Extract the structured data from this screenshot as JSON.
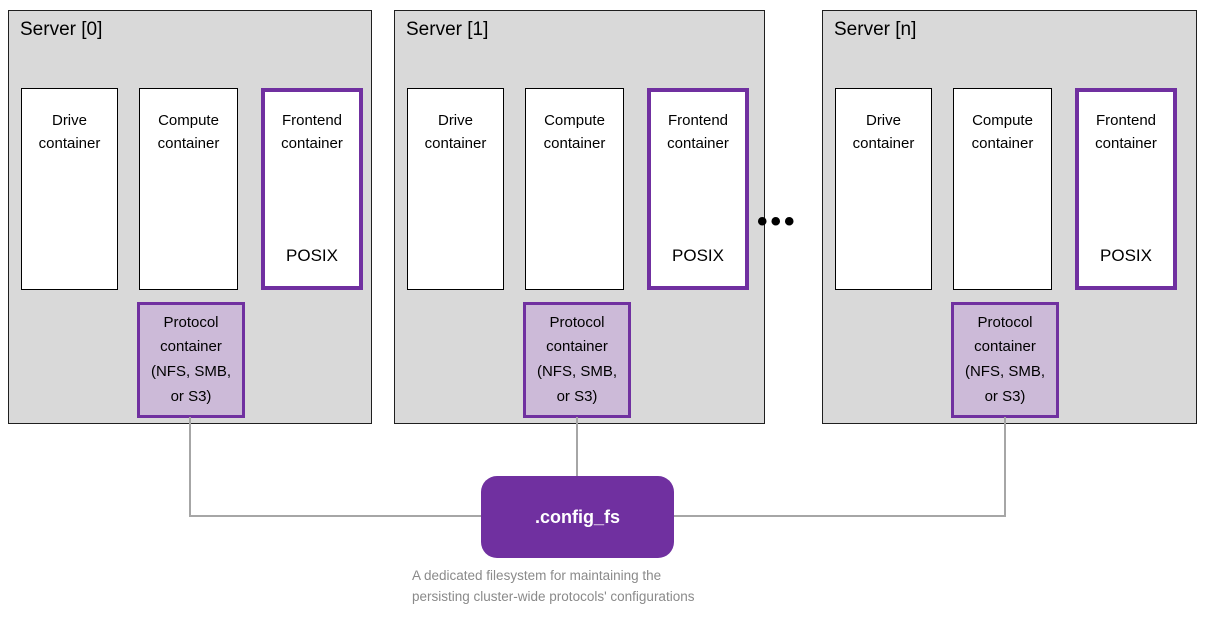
{
  "diagram": {
    "servers": [
      {
        "title": "Server [0]",
        "drive_label": "Drive container",
        "compute_label": "Compute container",
        "frontend_label": "Frontend container",
        "frontend_tag": "POSIX",
        "protocol_label": "Protocol container (NFS, SMB, or S3)"
      },
      {
        "title": "Server [1]",
        "drive_label": "Drive container",
        "compute_label": "Compute container",
        "frontend_label": "Frontend container",
        "frontend_tag": "POSIX",
        "protocol_label": "Protocol container (NFS, SMB, or S3)"
      },
      {
        "title": "Server [n]",
        "drive_label": "Drive container",
        "compute_label": "Compute container",
        "frontend_label": "Frontend container",
        "frontend_tag": "POSIX",
        "protocol_label": "Protocol container (NFS, SMB, or S3)"
      }
    ],
    "ellipsis": "•••",
    "config_fs": {
      "label": ".config_fs",
      "caption_line1": "A dedicated filesystem for maintaining the",
      "caption_line2": "persisting cluster-wide protocols' configurations"
    },
    "colors": {
      "server_fill": "#d9d9d9",
      "container_fill": "#ffffff",
      "accent_purple": "#7030a0",
      "protocol_fill": "#ccbad8",
      "connector_gray": "#a6a6a6",
      "caption_gray": "#8a8a8a"
    }
  }
}
